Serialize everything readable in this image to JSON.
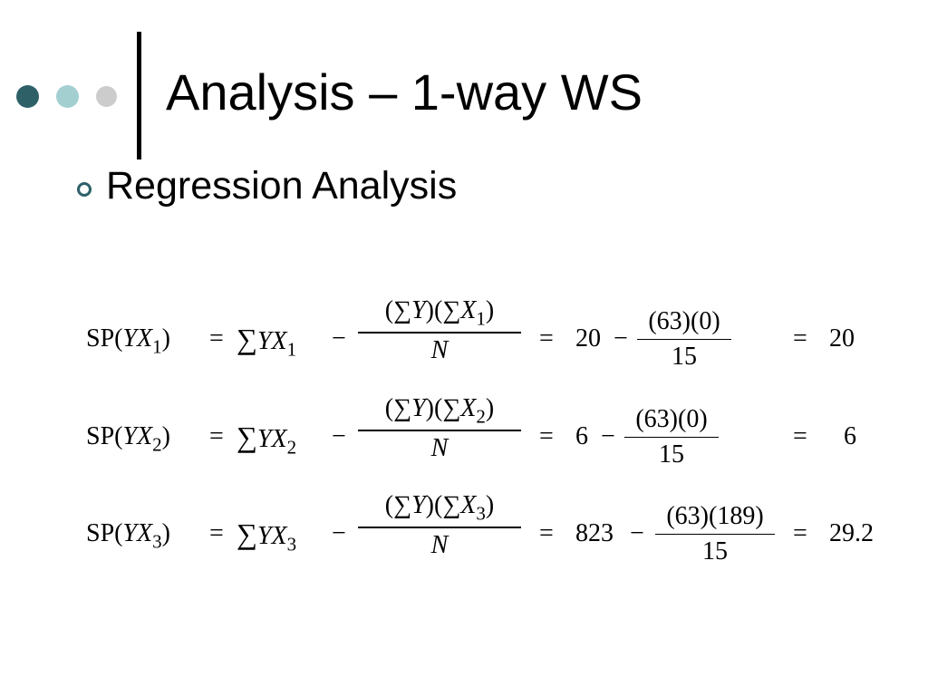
{
  "slide": {
    "title": "Analysis – 1-way WS",
    "bullet": "Regression Analysis"
  },
  "colors": {
    "dot_dark": "#2e6068",
    "dot_light": "#a3cfd1",
    "dot_gray": "#cccccc",
    "bullet": "#2e6068"
  },
  "equations": [
    {
      "lhs_prefix": "SP",
      "subscript": "1",
      "eq": "=",
      "sum": "∑",
      "minus": "−",
      "num_sum": "∑",
      "den": "N",
      "base": "20",
      "calc_num": "(63)(0)",
      "calc_den": "15",
      "result": "20"
    },
    {
      "lhs_prefix": "SP",
      "subscript": "2",
      "eq": "=",
      "sum": "∑",
      "minus": "−",
      "num_sum": "∑",
      "den": "N",
      "base": "6",
      "calc_num": "(63)(0)",
      "calc_den": "15",
      "result": "6"
    },
    {
      "lhs_prefix": "SP",
      "subscript": "3",
      "eq": "=",
      "sum": "∑",
      "minus": "−",
      "num_sum": "∑",
      "den": "N",
      "base": "823",
      "calc_num": "(63)(189)",
      "calc_den": "15",
      "result": "29.2"
    }
  ]
}
